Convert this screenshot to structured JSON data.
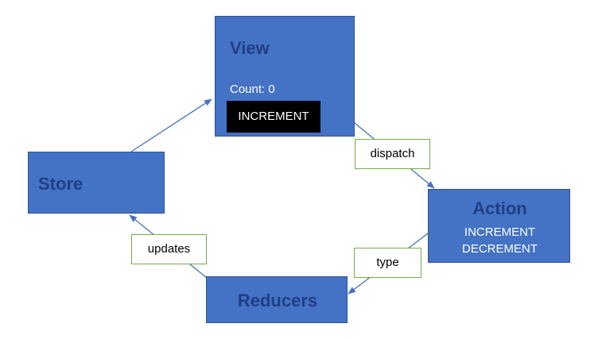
{
  "view": {
    "title": "View",
    "count_text": "Count: 0",
    "button_label": "INCREMENT"
  },
  "store": {
    "title": "Store"
  },
  "action": {
    "title": "Action",
    "types": [
      "INCREMENT",
      "DECREMENT"
    ]
  },
  "reducers": {
    "title": "Reducers"
  },
  "connectors": {
    "dispatch": "dispatch",
    "type": "type",
    "updates": "updates"
  },
  "colors": {
    "box_fill": "#4472c4",
    "box_border": "#2f528f",
    "title_text": "#1f3f86",
    "arrow": "#4472c4",
    "label_border": "#70ad47",
    "button_fill": "#000000"
  }
}
